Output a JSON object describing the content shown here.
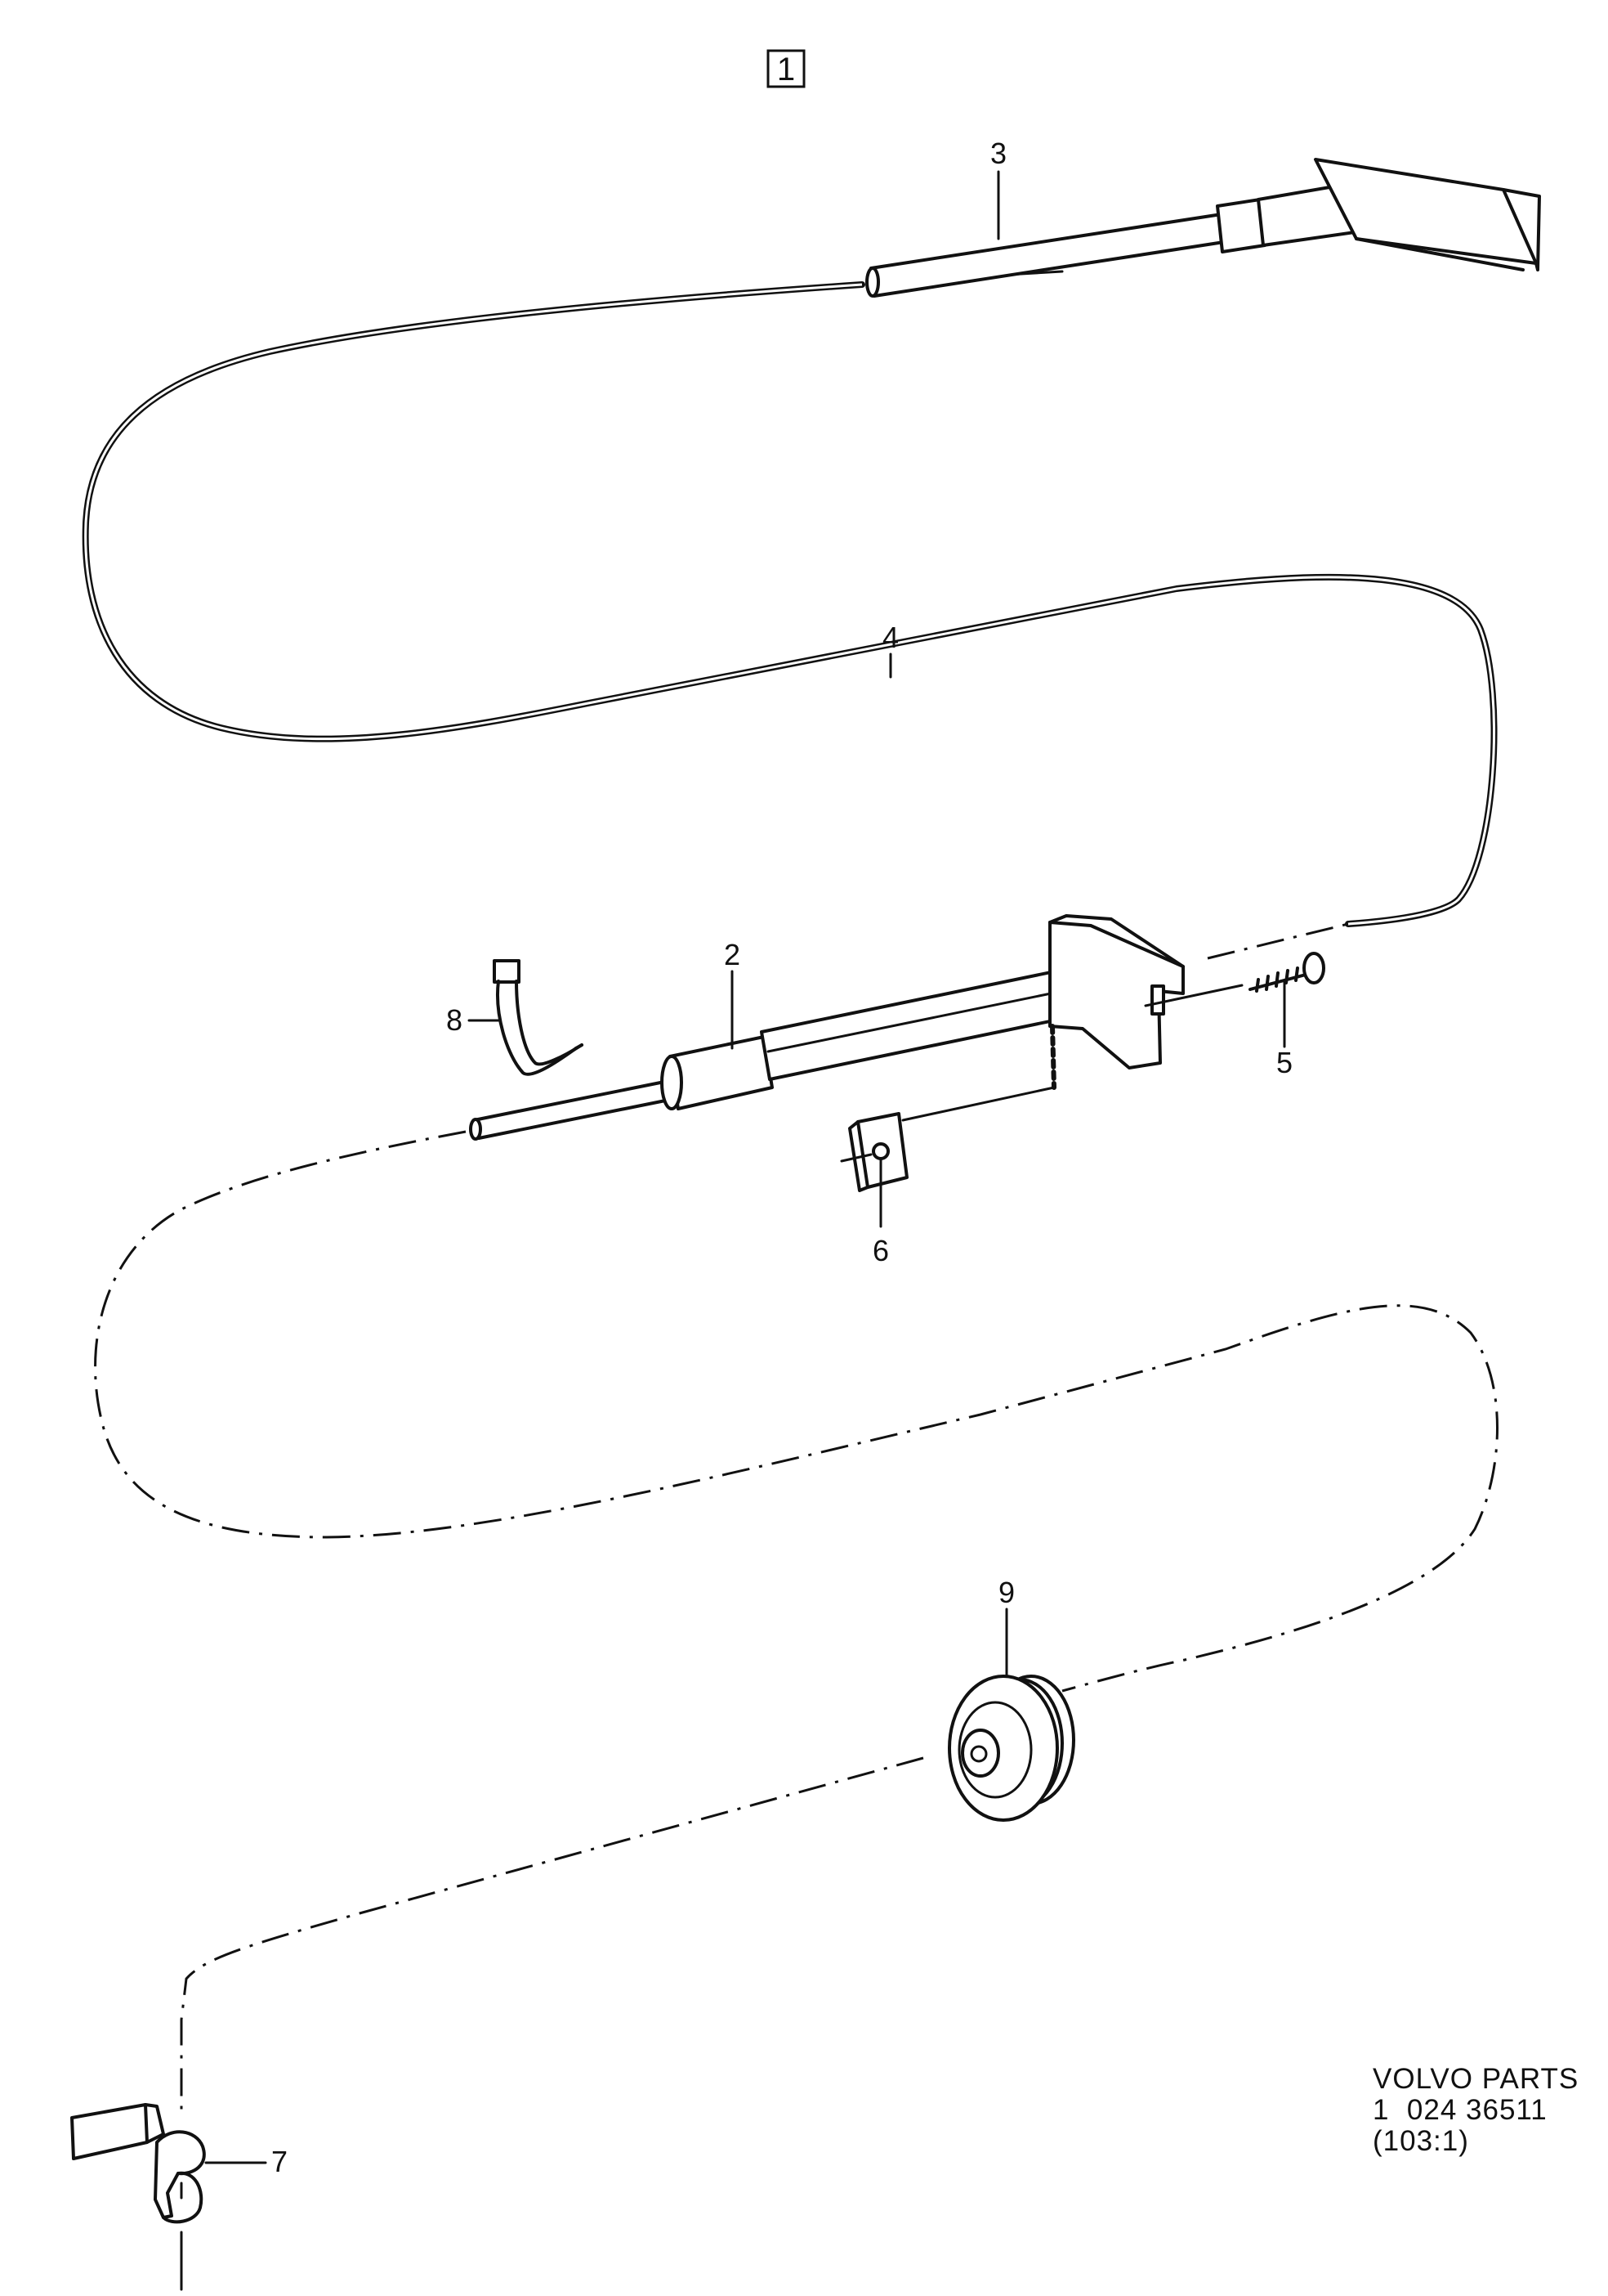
{
  "figure": {
    "group_box": "1",
    "callouts": {
      "cable_housing_front": "3",
      "cable_outer": "4",
      "cable_housing_main": "2",
      "cable_tie": "8",
      "screw": "5",
      "clip_nut": "6",
      "grommet": "9",
      "clamp": "7"
    }
  },
  "footer": {
    "line1": "VOLVO PARTS",
    "line2": "1  024 36511",
    "line3": "(103:1)"
  }
}
